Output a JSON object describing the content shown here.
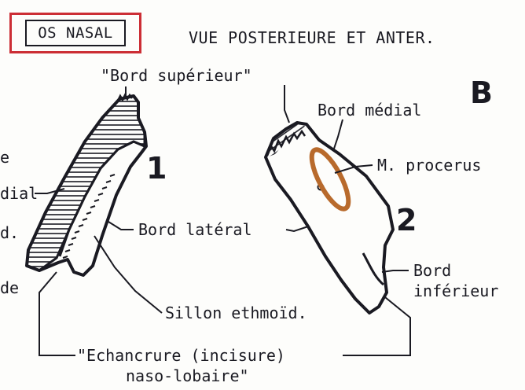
{
  "header": {
    "title": "OS NASAL",
    "subtitle": "VUE POSTERIEURE ET ANTER.",
    "panel_letter": "B"
  },
  "figures": {
    "left_number": "1",
    "right_number": "2"
  },
  "labels": {
    "bord_superieur": "\"Bord supérieur\"",
    "bord_medial": "Bord médial",
    "m_procerus": "M. procerus",
    "bord_lateral": "Bord latéral",
    "sillon_ethmoid": "Sillon ethmoïd.",
    "bord_inferieur_1": "Bord",
    "bord_inferieur_2": "inférieur",
    "echancrure_1": "\"Echancrure (incisure)",
    "echancrure_2": "naso-lobaire\"",
    "cut_e": "e",
    "cut_dial": "dial",
    "cut_d": "d.",
    "cut_de": "de"
  },
  "colors": {
    "title_border": "#cc2e35",
    "ink": "#1a1a22",
    "procerus": "#b86a2c"
  }
}
